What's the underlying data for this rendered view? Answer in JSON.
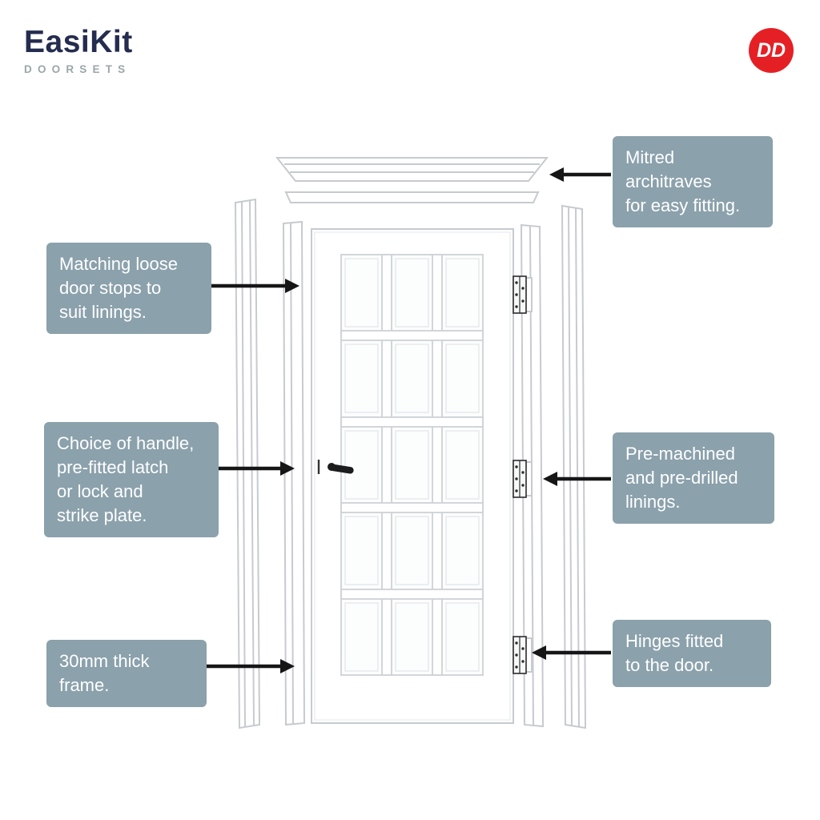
{
  "brand": {
    "name": "EasiKit",
    "tagline": "DOORSETS",
    "badge_text": "DD"
  },
  "diagram": {
    "parts": [
      "mitred-architrave-head",
      "architrave-strip",
      "left-outer-lining-board",
      "left-door-stop-board",
      "15-pane-glazed-door",
      "door-handle",
      "hinges",
      "right-lining-board",
      "right-outer-lining-board"
    ]
  },
  "callouts": [
    {
      "id": "mitred-architraves",
      "side": "right",
      "text": "Mitred\narchitraves\nfor easy fitting."
    },
    {
      "id": "door-stops",
      "side": "left",
      "text": "Matching loose\ndoor stops to\nsuit linings."
    },
    {
      "id": "handle-latch",
      "side": "left",
      "text": "Choice of handle,\npre-fitted latch\nor lock and\nstrike plate."
    },
    {
      "id": "frame-thickness",
      "side": "left",
      "text": "30mm thick\nframe."
    },
    {
      "id": "linings",
      "side": "right",
      "text": "Pre-machined\nand pre-drilled\nlinings."
    },
    {
      "id": "hinges",
      "side": "right",
      "text": "Hinges fitted\nto the door."
    }
  ],
  "colors": {
    "callout_bg": "#8ba1ac",
    "callout_text": "#ffffff",
    "badge_red": "#e52025",
    "logo_navy": "#242c4f",
    "tagline_gray": "#9aa7a8",
    "line_gray": "#c6cbcf",
    "arrow_black": "#161616"
  }
}
